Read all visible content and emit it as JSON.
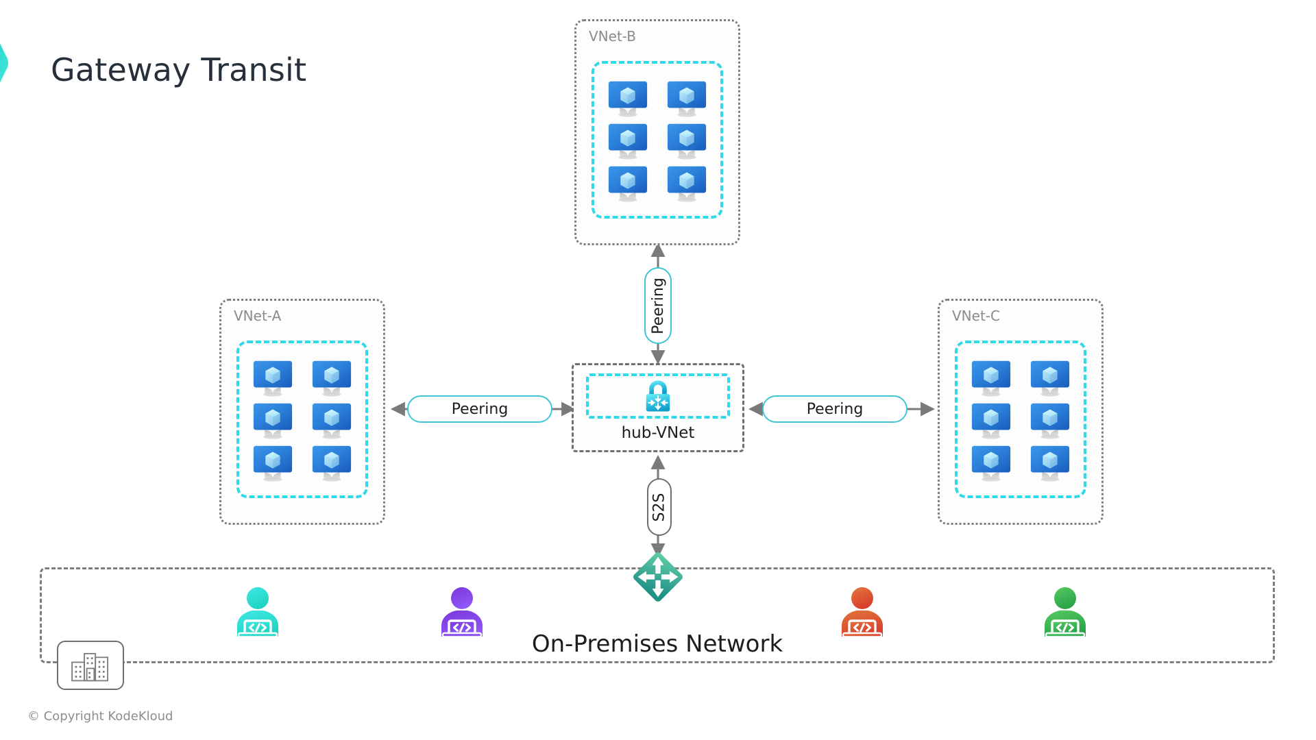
{
  "page": {
    "title": "Gateway Transit",
    "copyright": "© Copyright KodeKloud",
    "logo_icon": "chevron-logo-icon",
    "background": "#ffffff"
  },
  "colors": {
    "brand_teal_light": "#3fe0d0",
    "brand_teal_dark": "#35b8d6",
    "subnet_dash": "#2fd9e8",
    "vnet_border": "#7d7d7d",
    "arrow": "#7a7a7a",
    "title_text": "#27303a",
    "vnet_label_text": "#8a8a8a",
    "vm_blue_top": "#2f8ee0",
    "vm_blue_bottom": "#1e66c8",
    "vm_cube": "#bdf0fb",
    "gateway_lock_top": "#5ee6f2",
    "gateway_lock_bottom": "#1aa5cf",
    "router_green_top": "#58c6a6",
    "router_green_bottom": "#23998a",
    "onprem_text": "#1d1d1d"
  },
  "vnets": [
    {
      "id": "vnet-a",
      "label": "VNet-A",
      "vm_count": 6,
      "vm_icon": "virtual-machine-icon"
    },
    {
      "id": "vnet-b",
      "label": "VNet-B",
      "vm_count": 6,
      "vm_icon": "virtual-machine-icon"
    },
    {
      "id": "vnet-c",
      "label": "VNet-C",
      "vm_count": 6,
      "vm_icon": "virtual-machine-icon"
    }
  ],
  "hub": {
    "label": "hub-VNet",
    "gateway_icon": "vpn-gateway-lock-icon"
  },
  "connections": [
    {
      "id": "peering-a",
      "label": "Peering",
      "orientation": "horizontal",
      "style": "teal",
      "from": "vnet-a",
      "to": "hub-vnet"
    },
    {
      "id": "peering-b",
      "label": "Peering",
      "orientation": "vertical",
      "style": "teal",
      "from": "vnet-b",
      "to": "hub-vnet"
    },
    {
      "id": "peering-c",
      "label": "Peering",
      "orientation": "horizontal",
      "style": "teal",
      "from": "hub-vnet",
      "to": "vnet-c"
    },
    {
      "id": "s2s",
      "label": "S2S",
      "orientation": "vertical",
      "style": "gray",
      "from": "hub-vnet",
      "to": "on-premises-network"
    }
  ],
  "onprem": {
    "title": "On-Premises Network",
    "building_icon": "office-building-icon",
    "router_icon": "local-network-gateway-icon",
    "users": [
      {
        "id": "user-1",
        "icon": "developer-icon",
        "color_top": "#3fe8e0",
        "color_bottom": "#25d6c8"
      },
      {
        "id": "user-2",
        "icon": "developer-icon",
        "color_top": "#7b3fe0",
        "color_bottom": "#8a4df0"
      },
      {
        "id": "user-3",
        "icon": "developer-icon",
        "color_top": "#e06a3a",
        "color_bottom": "#d9452f"
      },
      {
        "id": "user-4",
        "icon": "developer-icon",
        "color_top": "#4cc45c",
        "color_bottom": "#2fa84a"
      }
    ]
  }
}
